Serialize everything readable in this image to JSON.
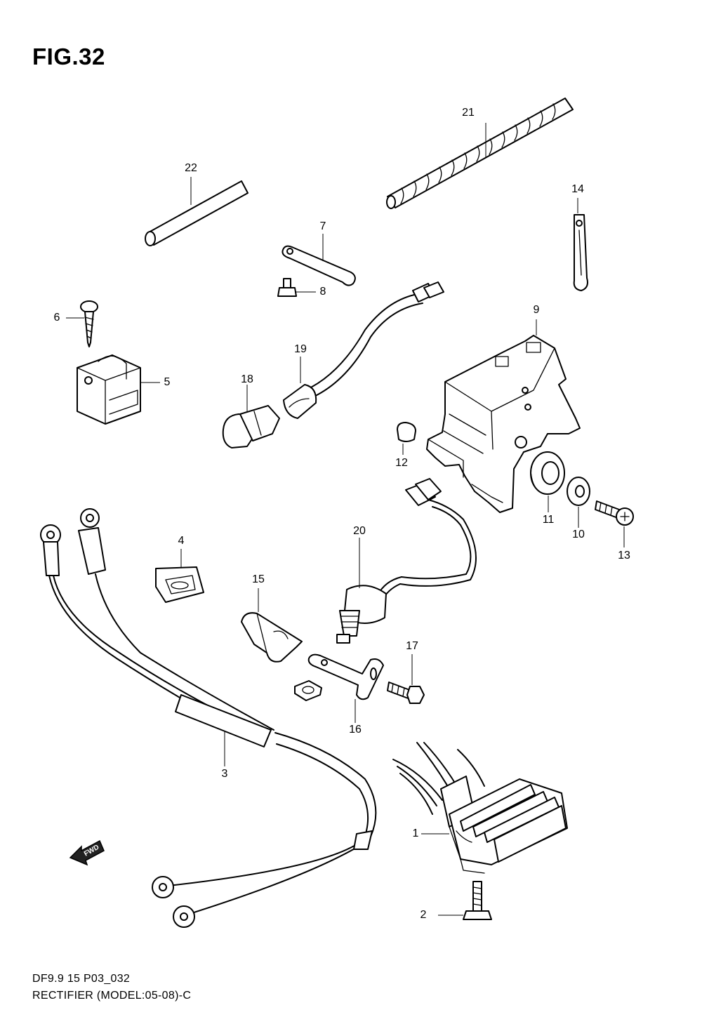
{
  "figure": {
    "title": "FIG.32",
    "footer_code": "DF9.9 15 P03_032",
    "footer_caption": "RECTIFIER (MODEL:05-08)-C",
    "direction_badge": "FWD",
    "direction_icon": "fwd-arrow-icon"
  },
  "callouts": [
    "1",
    "2",
    "3",
    "4",
    "5",
    "6",
    "7",
    "8",
    "9",
    "10",
    "11",
    "12",
    "13",
    "14",
    "15",
    "16",
    "17",
    "18",
    "19",
    "20",
    "21",
    "22"
  ]
}
